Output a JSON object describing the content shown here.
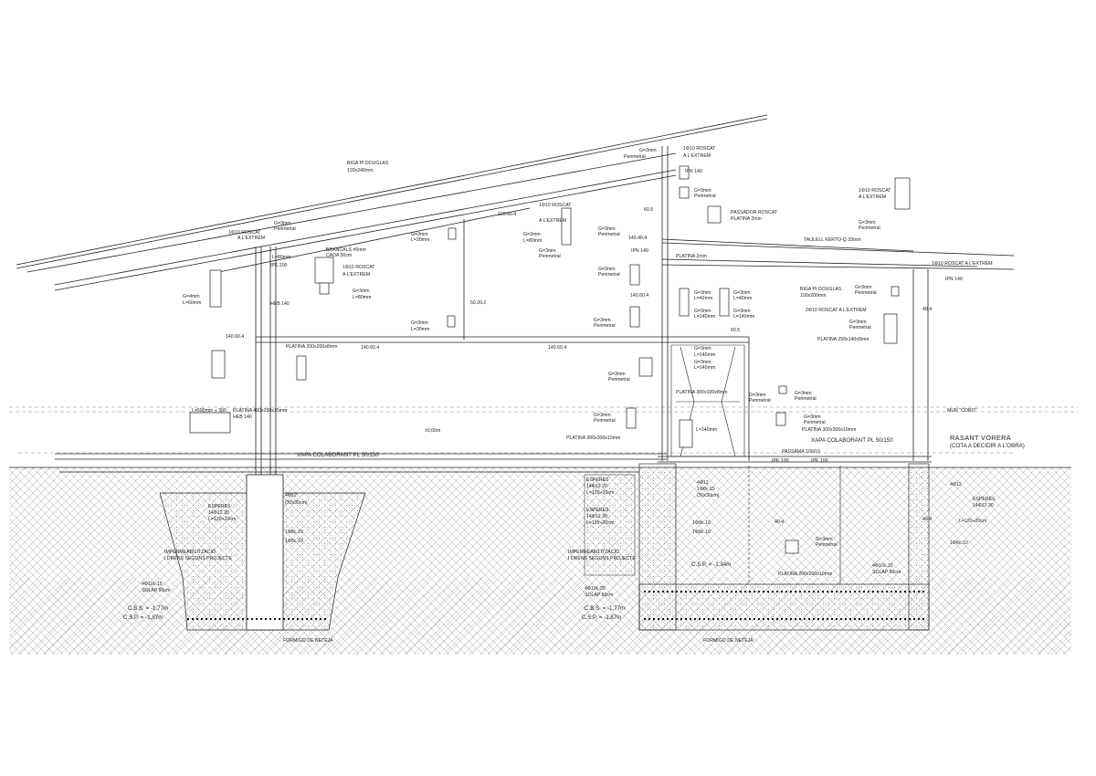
{
  "labels": {
    "biga_pi_douglas": "BIGA PI DOUGLAS",
    "biga_section": "120x240mm",
    "roscat_1": "1Φ10 ROSCAT",
    "a_extrem": "A L'EXTREM",
    "g3_perimetral": "G=3mm",
    "perimetral": "Perimetral",
    "ipn_140_top": "IPN 140",
    "ipe_200": "IPE 200",
    "heb_140": "HEB 140",
    "l80": "L=80mm",
    "l60": "L=60mm",
    "g4": "G=4mm",
    "g3_30": "G=3mm",
    "l30": "L=30mm",
    "sub_120_60_4": "120.60.4",
    "sub_50_20_2": "50.20.2",
    "sub_140_60_4": "140.60.4",
    "sub_60_5": "60.5",
    "sub_140_40_4": "140.40.4",
    "sub_40_4": "40.4",
    "brancals": "BRANCALS #6mm",
    "cada": "CADA 50cm",
    "platina_200": "PLATINA 200x200x8mm",
    "platina_2mm": "PLATINA 2mm",
    "passador": "PASSADOR ROSCAT",
    "taulell": "TAULELL KERTO-Q 33mm",
    "ipn_140": "IPN 140",
    "biga_pi_douglas_2": "BIGA PI DOUGLAS",
    "biga_section_2": "100x200mm",
    "roscat_2": "2Φ10 ROSCAT A L'EXTREM",
    "platina_250": "PLATINA 250x140x8mm",
    "l42": "L=42mm",
    "l40": "L=40mm",
    "l140": "L=140mm",
    "platina_300_100": "PLATINA 300x100x8mm",
    "platina_300_300": "PLATINA 300x300x10mm",
    "platina_400": "PLATINA 400x250x15mm",
    "platina_300_10": "PLATINA 300x300x10mm",
    "plus_0": "±0,00m",
    "xapa_1": "XAPA COLABORANT PL 50/150",
    "xapa_2": "XAPA COLABORANT PL 50/150",
    "passama": "PASSAMÀ 100/10",
    "ipe_100_a": "IPE 100",
    "ipe_100_b": "IPE 100",
    "mur_note": "MUR \"CORO\"",
    "rasant": "RASANT VORERA",
    "cota": "(COTA A DECIDIR A L'OBRA)",
    "esperes_1": "ESPERES",
    "esperes_1b": "14Φ12 20",
    "esperes_1c": "L=120+20cm",
    "esperes_2": "ESPERES",
    "esperes_2b": "14Φ12 20",
    "esperes_2c": "L=120+20cm",
    "esperes_3": "ESPERES",
    "esperes_3b": "14Φ12 20",
    "esperes_3c": "L=120+20cm",
    "d12": "4Φ12",
    "d8": "1Φ8c.15",
    "d8b": "(30x30cm)",
    "d8c": "1Φ8c.10",
    "imper_1": "IMPERMEABILITZACIÓ",
    "imper_1b": "I DRENS SEGONS PROJECTE",
    "imper_2": "IMPERMEABILITZACIÓ",
    "imper_2b": "I DRENS SEGONS PROJECTE",
    "csp_1": "C.S.P. = -1,34m",
    "solap_1": "4Φ10c.15",
    "solap_1b": "SOLAP 50cm",
    "solap_2": "4Φ10c.20",
    "solap_2b": "SOLAP 50cm",
    "solap_3": "4Φ10c.15",
    "solap_3b": "SOLAP 50cm",
    "cbs_1": "C.B.S. = -1,77m",
    "csp_2": "C.S.P. = -1,87m",
    "cbs_2": "C.B.S. = -1,77m",
    "csp_3": "C.S.P. = -1,87m",
    "formigo_1": "FORMIGÓ DE NETEJA",
    "formigo_2": "FORMIGÓ DE NETEJA",
    "platina_200_10": "PLATINA 200x200x10mm",
    "dim_1": "L=500mm + 300",
    "dim_2": "Perimetral",
    "roscat_3": "1Φ10 ROSCAT A L'EXTREM",
    "ipn_140_r": "IPN 140",
    "roscat_4": "1Φ10 ROSCAT",
    "roscat_4b": "A L'EXTREM"
  },
  "colors": {
    "line": "#1a1a1a",
    "hatch": "#9a9a9a",
    "ground": "#bdbdbd"
  }
}
